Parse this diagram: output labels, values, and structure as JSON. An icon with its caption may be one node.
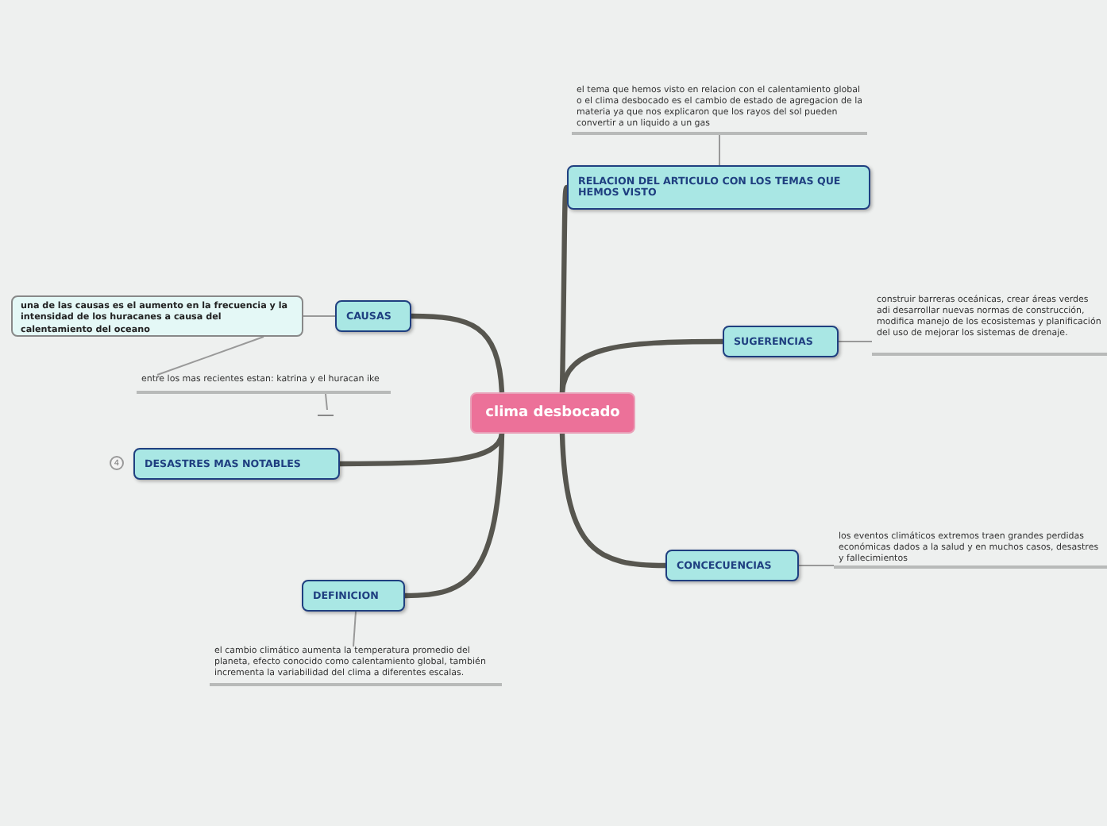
{
  "diagram": {
    "nodes": [
      {
        "text": [
          "clima desbocado"
        ]
      },
      {
        "text": [
          "RELACION DEL ARTICULO CON LOS TEMAS QUE HEMOS VISTO"
        ]
      },
      {
        "text": [
          "el tema que hemos visto en relacion con el calentamiento global o el clima desbocado es el cambio de estado de agregacion de la materia ya que nos explicaron que los rayos del sol pueden convertir a un liquido a un gas"
        ]
      },
      {
        "text": [
          "SUGERENCIAS"
        ]
      },
      {
        "text": [
          "construir barreras oceánicas, crear áreas verdes adi desarrollar nuevas normas de construcción, modifica manejo de los ecosistemas y planificación del uso de mejorar los sistemas de drenaje."
        ]
      },
      {
        "text": [
          "CAUSAS"
        ]
      },
      {
        "text": [
          "una de las causas es el aumento en la frecuencia y la intensidad de los huracanes a causa del calentamiento del oceano"
        ]
      },
      {
        "text": [
          "entre los mas recientes estan:  katrina y el huracan ike"
        ]
      },
      {
        "text": [],
        "shape": "bar"
      },
      {
        "text": [
          "DESASTRES MAS NOTABLES"
        ],
        "beside": [
          "4"
        ]
      },
      {
        "text": [
          "CONCECUENCIAS"
        ]
      },
      {
        "text": [
          "los eventos climáticos extremos traen grandes perdidas económicas dados a la salud y en muchos casos, desastres y fallecimientos"
        ]
      },
      {
        "text": [
          "DEFINICION"
        ]
      },
      {
        "text": [
          "el cambio climático aumenta la temperatura promedio del planeta, efecto conocido como calentamiento global, también incrementa la variabilidad del clima a diferentes escalas."
        ]
      }
    ],
    "edges": [
      {
        "from": 0,
        "to": 1,
        "arrow": "none",
        "style": "thick"
      },
      {
        "from": 1,
        "to": 2,
        "arrow": "none"
      },
      {
        "from": 0,
        "to": 3,
        "arrow": "none",
        "style": "thick"
      },
      {
        "from": 3,
        "to": 4,
        "arrow": "none"
      },
      {
        "from": 0,
        "to": 5,
        "arrow": "none",
        "style": "thick"
      },
      {
        "from": 5,
        "to": 6,
        "arrow": "none"
      },
      {
        "from": 6,
        "to": 7,
        "arrow": "none"
      },
      {
        "from": 7,
        "to": 8,
        "arrow": "none"
      },
      {
        "from": 0,
        "to": 9,
        "arrow": "none",
        "style": "thick"
      },
      {
        "from": 0,
        "to": 10,
        "arrow": "none",
        "style": "thick"
      },
      {
        "from": 10,
        "to": 11,
        "arrow": "none"
      },
      {
        "from": 0,
        "to": 12,
        "arrow": "none",
        "style": "thick"
      },
      {
        "from": 12,
        "to": 13,
        "arrow": "none"
      }
    ]
  }
}
